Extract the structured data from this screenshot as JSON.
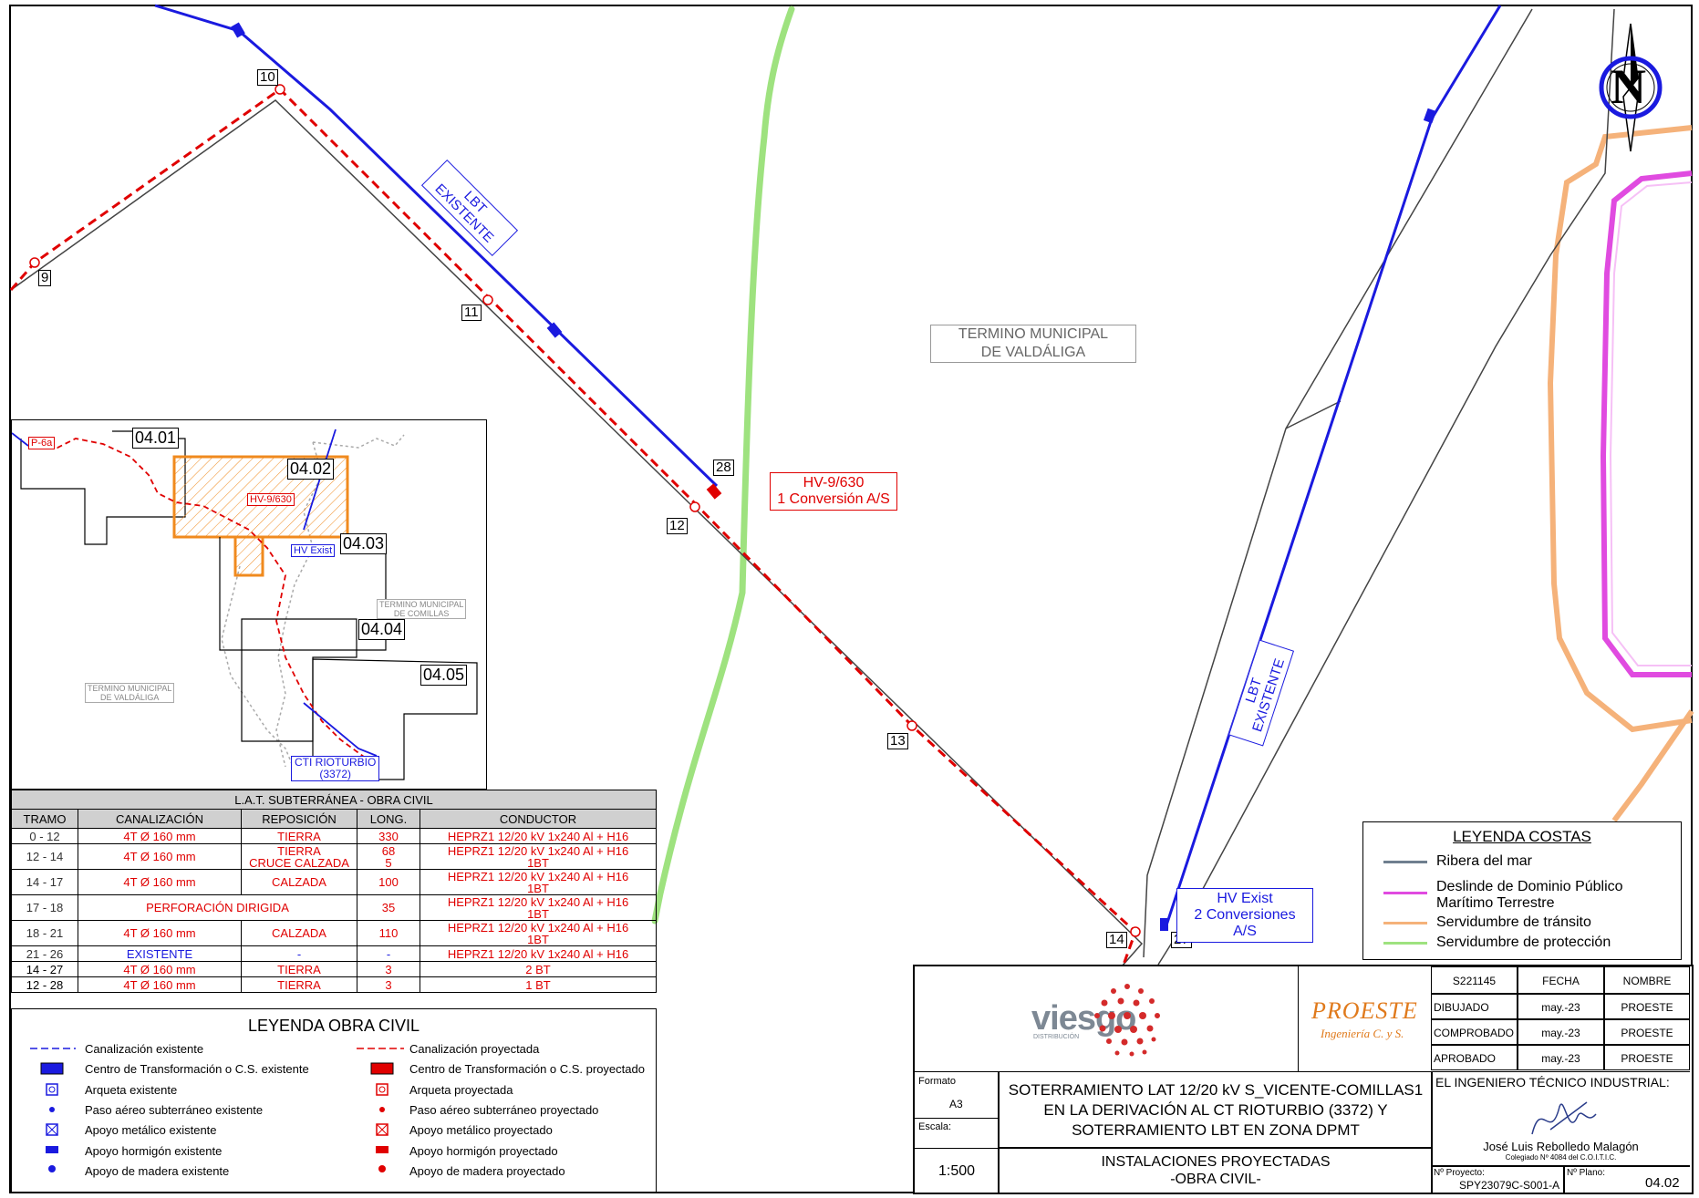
{
  "map": {
    "nodes": [
      "9",
      "10",
      "11",
      "12",
      "13",
      "14",
      "27",
      "28"
    ],
    "lbt_label_1": "LBT",
    "lbt_label_2": "EXISTENTE",
    "hv_callout_line1": "HV-9/630",
    "hv_callout_line2": "1 Conversión A/S",
    "hv_exist_line1": "HV Exist",
    "hv_exist_line2": "2 Conversiones A/S",
    "municipality_line1": "TERMINO MUNICIPAL",
    "municipality_line2": "DE VALDÁLIGA",
    "north_letter": "N"
  },
  "colors": {
    "existing_blue": "#1a1adf",
    "projected_red": "#e00000",
    "transit_orange": "#f5b27a",
    "protection_green": "#9ee27f",
    "dpmt_magenta": "#e04be0",
    "sea_grey": "#6f7f8f",
    "inset_orange": "#f08a1e"
  },
  "inset": {
    "sheets": [
      "04.01",
      "04.02",
      "04.03",
      "04.04",
      "04.05"
    ],
    "p6a": "P-6a",
    "hv": "HV-9/630",
    "hv_exist": "HV Exist",
    "muni_comillas_1": "TERMINO MUNICIPAL",
    "muni_comillas_2": "DE COMILLAS",
    "muni_valdaliga_1": "TERMINO MUNICIPAL",
    "muni_valdaliga_2": "DE VALDÁLIGA",
    "cti_1": "CTI RIOTURBIO",
    "cti_2": "(3372)"
  },
  "table": {
    "title": "L.A.T. SUBTERRÁNEA - OBRA CIVIL",
    "headers": [
      "TRAMO",
      "CANALIZACIÓN",
      "REPOSICIÓN",
      "LONG.",
      "CONDUCTOR"
    ],
    "rows": [
      {
        "tramo": "0 - 12",
        "canal": "4T Ø 160 mm",
        "repo": "TIERRA",
        "long": "330",
        "cond": "HEPRZ1 12/20 kV 1x240 Al + H16",
        "cond2": ""
      },
      {
        "tramo": "12 - 14",
        "canal": "4T Ø 160 mm",
        "repo": "TIERRA",
        "repo2": "CRUCE CALZADA",
        "long": "68",
        "long2": "5",
        "cond": "HEPRZ1 12/20 kV 1x240 Al + H16",
        "cond2": "1BT"
      },
      {
        "tramo": "14 - 17",
        "canal": "4T Ø 160 mm",
        "repo": "CALZADA",
        "long": "100",
        "cond": "HEPRZ1 12/20 kV 1x240 Al + H16",
        "cond2": "1BT"
      },
      {
        "tramo": "17 - 18",
        "canal": "PERFORACIÓN DIRIGIDA",
        "long": "35",
        "cond": "HEPRZ1 12/20 kV 1x240 Al + H16",
        "cond2": "1BT"
      },
      {
        "tramo": "18 - 21",
        "canal": "4T Ø 160 mm",
        "repo": "CALZADA",
        "long": "110",
        "cond": "HEPRZ1 12/20 kV 1x240 Al + H16",
        "cond2": "1BT"
      },
      {
        "tramo": "21 - 26",
        "canal": "EXISTENTE",
        "repo": "-",
        "long": "-",
        "cond": "HEPRZ1 12/20 kV 1x240 Al + H16",
        "cond2": ""
      },
      {
        "tramo": "14 - 27",
        "canal": "4T Ø 160 mm",
        "repo": "TIERRA",
        "long": "3",
        "cond": "2 BT",
        "cond2": ""
      },
      {
        "tramo": "12 - 28",
        "canal": "4T Ø 160 mm",
        "repo": "TIERRA",
        "long": "3",
        "cond": "1 BT",
        "cond2": ""
      }
    ]
  },
  "legend_obra_civil": {
    "title": "LEYENDA OBRA CIVIL",
    "left": [
      "Canalización existente",
      "Centro de Transformación o C.S. existente",
      "Arqueta existente",
      "Paso aéreo subterráneo existente",
      "Apoyo metálico existente",
      "Apoyo hormigón existente",
      "Apoyo de madera existente"
    ],
    "right": [
      "Canalización proyectada",
      "Centro de Transformación o C.S. proyectado",
      "Arqueta proyectada",
      "Paso aéreo subterráneo proyectado",
      "Apoyo metálico proyectado",
      "Apoyo hormigón proyectado",
      "Apoyo de madera proyectado"
    ]
  },
  "legend_costas": {
    "title": "LEYENDA COSTAS",
    "items": [
      "Ribera del mar",
      "Deslinde de Dominio Público",
      "Marítimo Terrestre",
      "Servidumbre de tránsito",
      "Servidumbre de protección"
    ]
  },
  "title_block": {
    "viesgo": "viesgo",
    "viesgo_sub": "DISTRIBUCIÓN",
    "proeste": "PROESTE",
    "proeste_sub": "Ingeniería C. y S.",
    "code": "S221145",
    "fecha_h": "FECHA",
    "nombre_h": "NOMBRE",
    "dibujado": "DIBUJADO",
    "comprobado": "COMPROBADO",
    "aprobado": "APROBADO",
    "date": "may.-23",
    "name": "PROESTE",
    "formato_l": "Formato",
    "formato_v": "A3",
    "escala_l": "Escala:",
    "escala_v": "1:500",
    "desc1": "SOTERRAMIENTO LAT 12/20 kV S_VICENTE-COMILLAS1",
    "desc2": "EN LA DERIVACIÓN AL CT RIOTURBIO (3372) Y",
    "desc3": "SOTERRAMIENTO LBT EN ZONA DPMT",
    "sub1": "INSTALACIONES PROYECTADAS",
    "sub2": "-OBRA CIVIL-",
    "engineer_title": "EL INGENIERO TÉCNICO INDUSTRIAL:",
    "engineer_name": "José Luis Rebolledo Malagón",
    "engineer_reg": "Colegiado Nº 4084 del C.O.I.T.I.C.",
    "proyecto_l": "Nº Proyecto:",
    "proyecto_v": "SPY23079C-S001-A",
    "plano_l": "Nº Plano:",
    "plano_v": "04.02"
  }
}
